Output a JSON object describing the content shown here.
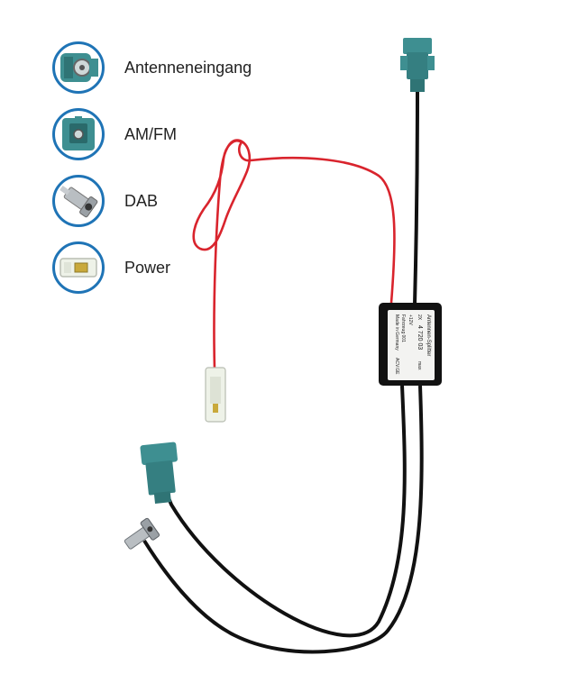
{
  "legend": {
    "items": [
      {
        "icon": "fakra-male-connector-icon",
        "label": "Antenneneingang"
      },
      {
        "icon": "fakra-female-connector-icon",
        "label": "AM/FM"
      },
      {
        "icon": "smb-angled-connector-icon",
        "label": "DAB"
      },
      {
        "icon": "power-plug-icon",
        "label": "Power"
      }
    ]
  },
  "colors": {
    "accent_ring": "#1f74b6",
    "fakra_teal": "#3e8f91",
    "power_wire": "#d9242d",
    "cable": "#111111",
    "plug_white": "#eef2e8"
  },
  "splitter_box": {
    "lines": [
      "Antennen-Splitter",
      "2X",
      "4 720 03",
      "max",
      "+12V",
      "Fahrzeug 001",
      "Made in Germany",
      "ACV.GE"
    ]
  }
}
